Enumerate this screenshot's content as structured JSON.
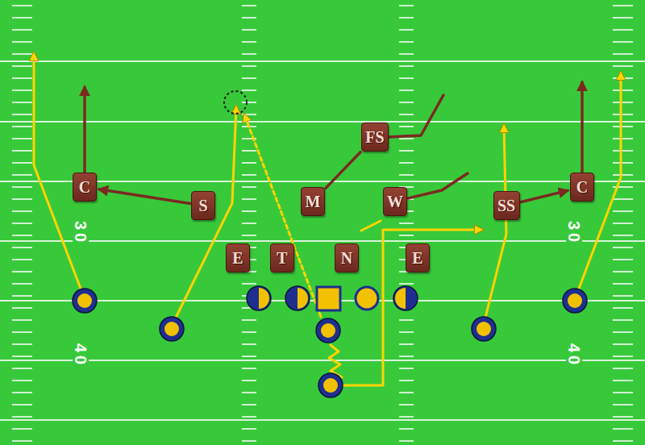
{
  "diagram": {
    "nodes": [
      {
        "text": [
          "FS"
        ]
      },
      {
        "text": [
          "C"
        ]
      },
      {
        "text": [
          "S"
        ]
      },
      {
        "text": [
          "M"
        ]
      },
      {
        "text": [
          "W"
        ]
      },
      {
        "text": [
          "SS"
        ]
      },
      {
        "text": [
          "C"
        ]
      },
      {
        "text": [
          "E"
        ]
      },
      {
        "text": [
          "T"
        ]
      },
      {
        "text": [
          "N"
        ]
      },
      {
        "text": [
          "E"
        ]
      }
    ],
    "edges": [
      {
        "from": 2,
        "to": 1,
        "arrow": "to"
      },
      {
        "from": 5,
        "to": 6,
        "arrow": "to"
      },
      {
        "from": 3,
        "to": 0,
        "arrow": "none"
      }
    ],
    "labels": [
      "30",
      "40",
      "30",
      "40"
    ]
  }
}
